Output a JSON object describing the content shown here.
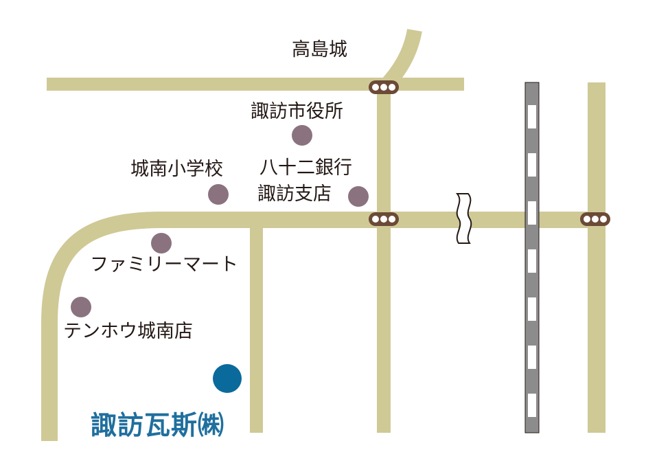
{
  "map": {
    "colors": {
      "road": "#cfc996",
      "landmark": "#8a727e",
      "company": "#0a6a9b",
      "company_text": "#1f6f9e",
      "rail": "#8c8c8c",
      "signal_body": "#6b4a36",
      "signal_light": "#ffffff"
    },
    "labels": {
      "castle": "高島城",
      "city_hall": "諏訪市役所",
      "school": "城南小学校",
      "bank_line1": "八十二銀行",
      "bank_line2": "諏訪支店",
      "familymart": "ファミリーマート",
      "tenhou": "テンホウ城南店",
      "company": "諏訪瓦斯㈱"
    },
    "icons": {
      "traffic_signal": "traffic-light-icon",
      "landmark": "circle-marker-icon",
      "company": "circle-marker-icon",
      "railway": "railway-track-icon",
      "road_break": "road-break-icon"
    }
  }
}
